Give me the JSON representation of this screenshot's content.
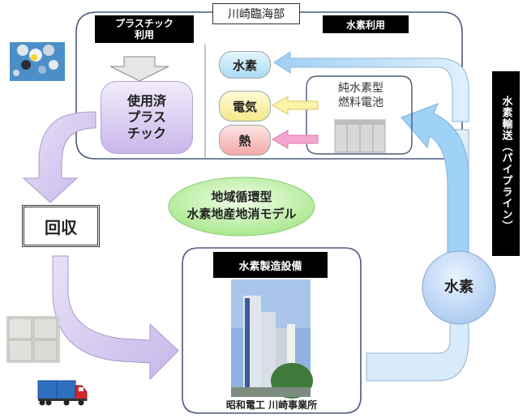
{
  "region_label": "川崎臨海部",
  "plastic_use": {
    "header": "プラスチック\n利用",
    "header_line1": "プラスチック",
    "header_line2": "利用",
    "used_plastic_line1": "使用済",
    "used_plastic_line2": "プラス",
    "used_plastic_line3": "チック"
  },
  "hydrogen_use": {
    "header": "水素利用",
    "outputs": [
      {
        "label": "水素",
        "color": "#bfe6f7"
      },
      {
        "label": "電気",
        "color": "#fbf3a6"
      },
      {
        "label": "熱",
        "color": "#f8c2c2"
      }
    ],
    "fuel_cell_line1": "純水素型",
    "fuel_cell_line2": "燃料電池"
  },
  "collection_label": "回収",
  "model_label_line1": "地域循環型",
  "model_label_line2": "水素地産地消モデル",
  "production": {
    "header": "水素製造設備",
    "caption": "昭和電工 川崎事業所"
  },
  "hydrogen_node_label": "水素",
  "transport_label": "水素輸送（パイプライン）",
  "colors": {
    "frame_border": "#4a5a78",
    "purple_arrow": "#d9cdf0",
    "blue_arrow": "#b9defa",
    "green_ellipse": "#c8f2b4"
  }
}
